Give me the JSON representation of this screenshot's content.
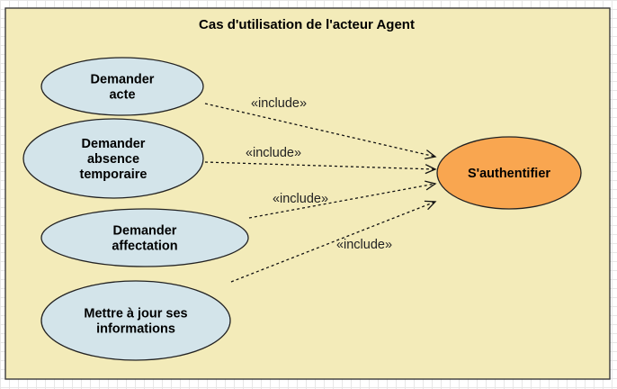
{
  "diagram": {
    "title": "Cas d'utilisation de l'acteur Agent",
    "use_cases": [
      {
        "id": "uc1",
        "lines": [
          "Demander",
          "acte"
        ]
      },
      {
        "id": "uc2",
        "lines": [
          "Demander",
          "absence",
          "temporaire"
        ]
      },
      {
        "id": "uc3",
        "lines": [
          "Demander",
          "affectation"
        ]
      },
      {
        "id": "uc4",
        "lines": [
          "Mettre à jour ses",
          "informations"
        ]
      }
    ],
    "target": {
      "id": "auth",
      "label": "S'authentifier"
    },
    "relations": [
      {
        "from": "uc1",
        "to": "auth",
        "label": "«include»"
      },
      {
        "from": "uc2",
        "to": "auth",
        "label": "«include»"
      },
      {
        "from": "uc3",
        "to": "auth",
        "label": "«include»"
      },
      {
        "from": "uc4",
        "to": "auth",
        "label": "«include»"
      }
    ],
    "colors": {
      "boundary_fill": "#f3ebb9",
      "boundary_stroke": "#3a3a3a",
      "use_case_fill": "#d3e4ea",
      "use_case_stroke": "#222222",
      "target_fill": "#f9a650",
      "target_stroke": "#222222"
    }
  }
}
